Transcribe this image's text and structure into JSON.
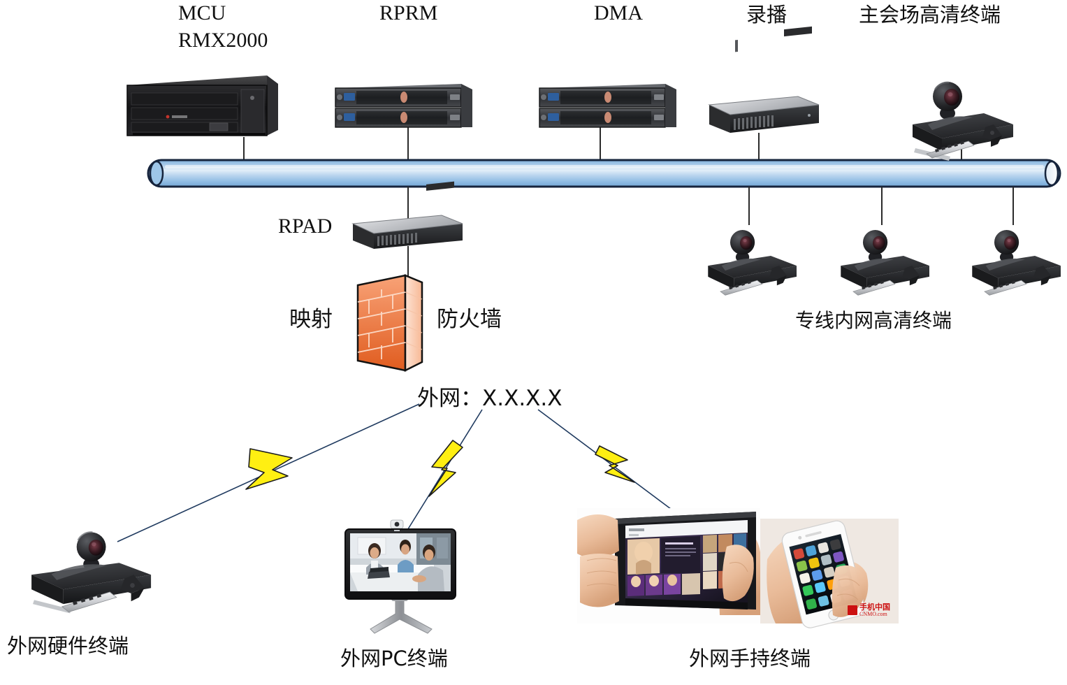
{
  "diagram": {
    "title_labels": {
      "mcu_line1": "MCU",
      "mcu_line2": "RMX2000",
      "rprm": "RPRM",
      "dma": "DMA",
      "recorder": "录播",
      "main_hall_terminal": "主会场高清终端"
    },
    "mid_labels": {
      "rpad": "RPAD",
      "mapping": "映射",
      "firewall": "防火墙",
      "external_network": "外网：X.X.X.X",
      "private_line_terminals": "专线内网高清终端"
    },
    "bottom_labels": {
      "external_hardware_terminal": "外网硬件终端",
      "external_pc_terminal": "外网PC终端",
      "external_handheld_terminal": "外网手持终端"
    },
    "watermark": {
      "line1": "手机中国",
      "line2": "CNMO.com"
    },
    "colors": {
      "bus_fill_light": "#cfe2f6",
      "bus_fill_mid": "#8fbde4",
      "bus_outline": "#16243c",
      "bolt_fill": "#ffef12",
      "bolt_outline": "#1d1d1d",
      "link_line": "#1f3a5f",
      "firewall_brick": "#f4612a",
      "watermark_red": "#cc1111",
      "connector_line": "#2b2b2b"
    },
    "nodes": [
      {
        "id": "mcu",
        "kind": "rack-chassis",
        "label": "MCU RMX2000"
      },
      {
        "id": "rprm",
        "kind": "server-2u-pair",
        "label": "RPRM"
      },
      {
        "id": "dma",
        "kind": "server-2u-pair",
        "label": "DMA"
      },
      {
        "id": "recorder",
        "kind": "server-1u",
        "label": "录播"
      },
      {
        "id": "main-hall",
        "kind": "video-endpoint",
        "label": "主会场高清终端"
      },
      {
        "id": "rpad",
        "kind": "server-1u",
        "label": "RPAD"
      },
      {
        "id": "firewall",
        "kind": "firewall-brickwall",
        "label": "防火墙"
      },
      {
        "id": "lan-ep-1",
        "kind": "video-endpoint",
        "label": "专线内网高清终端"
      },
      {
        "id": "lan-ep-2",
        "kind": "video-endpoint",
        "label": "专线内网高清终端"
      },
      {
        "id": "lan-ep-3",
        "kind": "video-endpoint",
        "label": "专线内网高清终端"
      },
      {
        "id": "wan-ep",
        "kind": "video-endpoint",
        "label": "外网硬件终端"
      },
      {
        "id": "wan-pc",
        "kind": "desktop-monitor",
        "label": "外网PC终端"
      },
      {
        "id": "wan-tablet",
        "kind": "tablet-in-hand",
        "label": "外网手持终端"
      },
      {
        "id": "wan-phone",
        "kind": "phone-in-hand",
        "label": "外网手持终端"
      }
    ]
  }
}
